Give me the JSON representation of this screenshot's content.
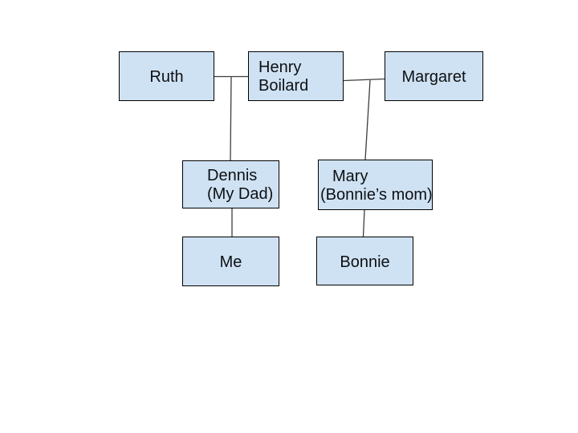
{
  "colors": {
    "background": "#ffffff",
    "box_fill": "#cfe2f3",
    "box_border": "#000000",
    "connector": "#3d3d3d",
    "text": "#0e1013"
  },
  "nodes": {
    "ruth": {
      "label": "Ruth"
    },
    "henry": {
      "line1": "Henry",
      "line2": "Boilard"
    },
    "margaret": {
      "label": "Margaret"
    },
    "dennis": {
      "line1": "Dennis",
      "line2": "(My Dad)"
    },
    "mary": {
      "line1": "Mary",
      "line2": "(Bonnie’s mom)"
    },
    "me": {
      "label": "Me"
    },
    "bonnie": {
      "label": "Bonnie"
    }
  },
  "edges": [
    {
      "from": "Ruth",
      "to": "Henry Boilard"
    },
    {
      "from": "Henry Boilard",
      "to": "Margaret"
    },
    {
      "from": "Ruth – Henry Boilard",
      "to": "Dennis (My Dad)"
    },
    {
      "from": "Henry Boilard – Margaret",
      "to": "Mary (Bonnie’s mom)"
    },
    {
      "from": "Dennis (My Dad)",
      "to": "Me"
    },
    {
      "from": "Mary (Bonnie’s mom)",
      "to": "Bonnie"
    }
  ]
}
